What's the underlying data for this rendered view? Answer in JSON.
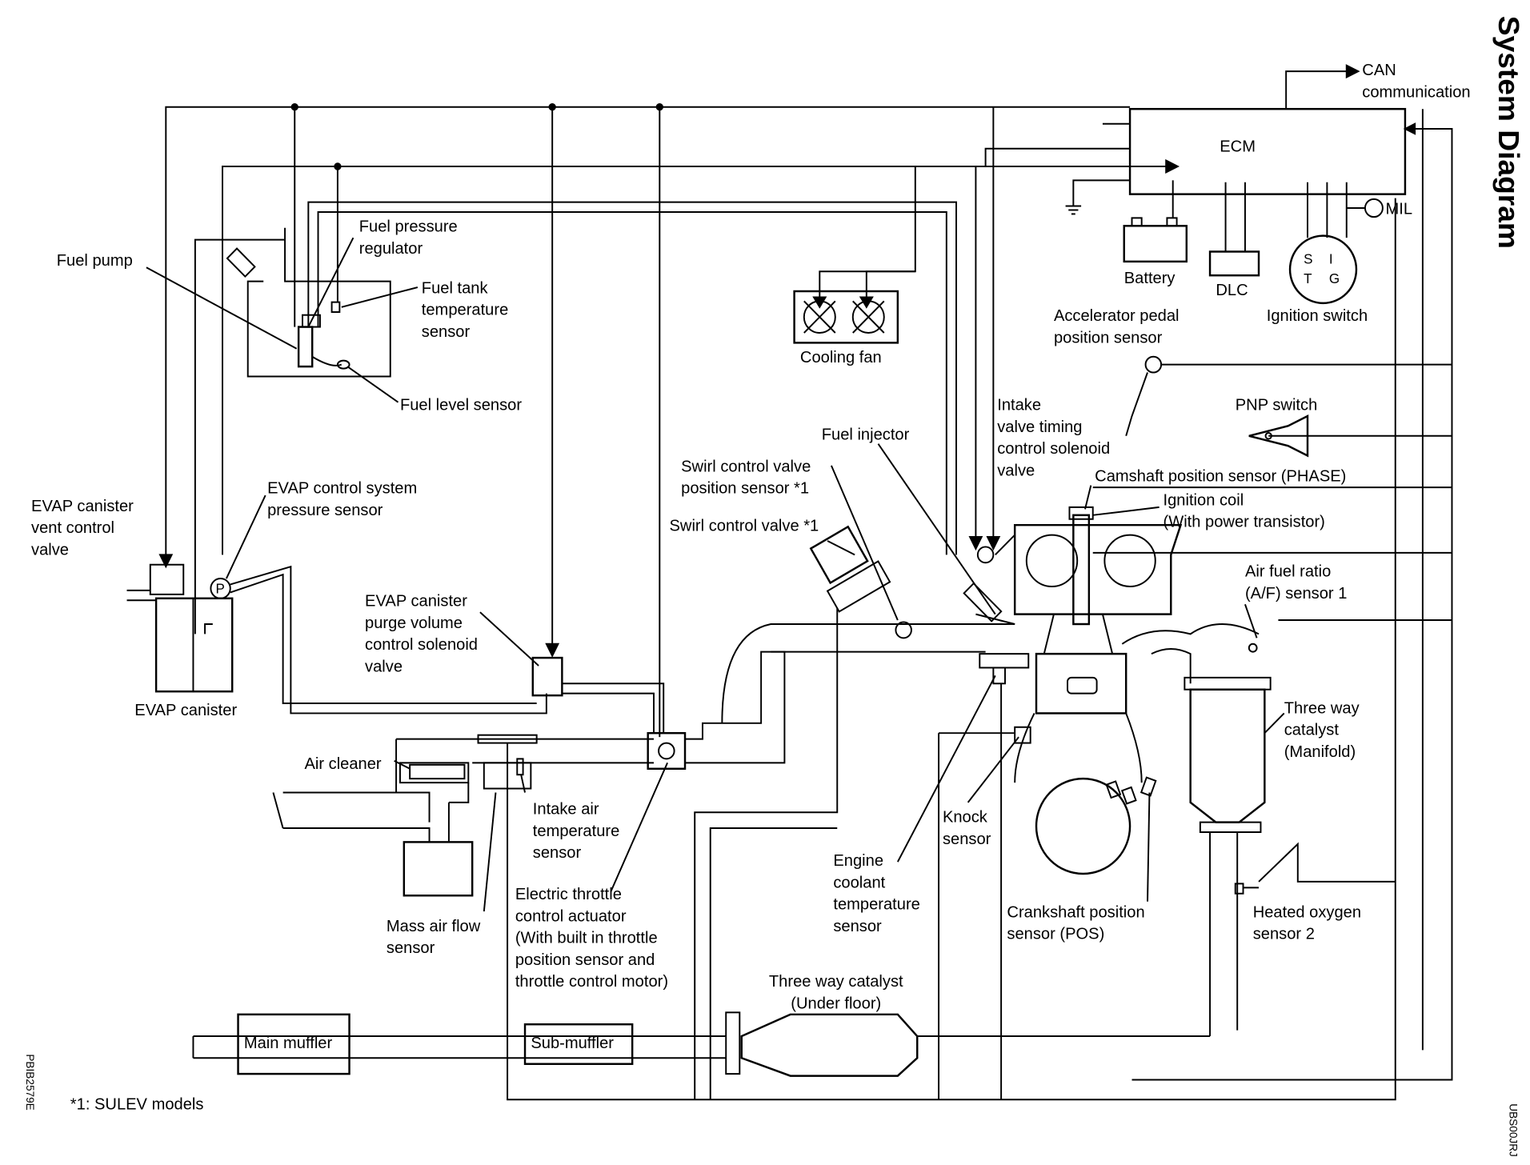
{
  "title": "System Diagram",
  "figure_code": "PBIB2579E",
  "corner_code": "UBS00JRJ",
  "footnote": "*1: SULEV models",
  "labels": {
    "can": "CAN\ncommunication",
    "ecm": "ECM",
    "mil": "MIL",
    "battery": "Battery",
    "dlc": "DLC",
    "ignition_switch": "Ignition switch",
    "switch_s": "S",
    "switch_i": "I",
    "switch_t": "T",
    "switch_g": "G",
    "fuel_pump": "Fuel pump",
    "fuel_pressure_regulator": "Fuel pressure\nregulator",
    "fuel_tank_temp_sensor": "Fuel tank\ntemperature\nsensor",
    "fuel_level_sensor": "Fuel level sensor",
    "cooling_fan": "Cooling fan",
    "accel_pedal_sensor": "Accelerator pedal\nposition sensor",
    "intake_valve_timing": "Intake\nvalve timing\ncontrol solenoid\nvalve",
    "fuel_injector": "Fuel injector",
    "pnp_switch": "PNP switch",
    "swirl_valve_pos_sensor": "Swirl control valve\nposition sensor *1",
    "swirl_valve": "Swirl control valve *1",
    "camshaft_sensor": "Camshaft position sensor (PHASE)",
    "ignition_coil": "Ignition coil\n(With power transistor)",
    "af_sensor": "Air fuel ratio\n(A/F) sensor 1",
    "evap_vent_valve": "EVAP canister\nvent control\nvalve",
    "evap_pressure_sensor": "EVAP control system\npressure sensor",
    "evap_purge_valve": "EVAP canister\npurge volume\ncontrol solenoid\nvalve",
    "evap_canister": "EVAP canister",
    "pressure_mark": "P",
    "three_way_catalyst_manifold": "Three way\ncatalyst\n(Manifold)",
    "air_cleaner": "Air cleaner",
    "intake_air_temp_sensor": "Intake air\ntemperature\nsensor",
    "knock_sensor": "Knock\nsensor",
    "engine_coolant_temp_sensor": "Engine\ncoolant\ntemperature\nsensor",
    "crankshaft_sensor": "Crankshaft position\nsensor (POS)",
    "heated_o2_sensor": "Heated oxygen\nsensor 2",
    "mass_air_flow_sensor": "Mass air flow\nsensor",
    "throttle_actuator": "Electric throttle\ncontrol actuator\n(With built in throttle\nposition sensor and\nthrottle control motor)",
    "three_way_catalyst_underfloor": "Three way catalyst\n(Under floor)",
    "main_muffler": "Main muffler",
    "sub_muffler": "Sub-muffler"
  }
}
